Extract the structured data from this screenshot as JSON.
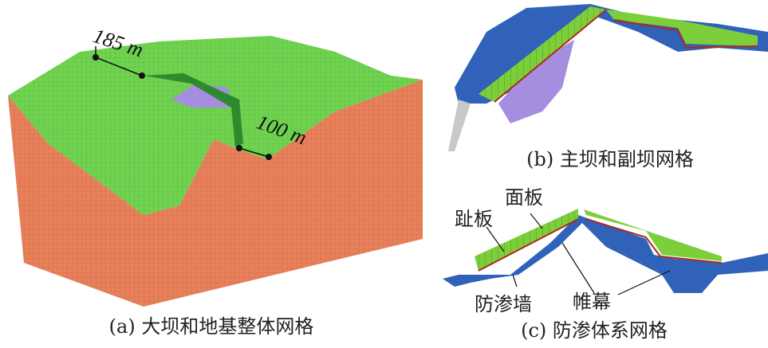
{
  "panel_a": {
    "caption": "(a) 大坝和地基整体网格",
    "dim_1": "185 m",
    "dim_2": "100 m"
  },
  "panel_b": {
    "caption": "(b) 主坝和副坝网格"
  },
  "panel_c": {
    "caption": "(c) 防渗体系网格",
    "label_face_slab": "面板",
    "label_toe_slab": "趾板",
    "label_cutoff_wall": "防渗墙",
    "label_grout_curtain": "帷幕"
  },
  "colors": {
    "terrain": "#6fd34f",
    "foundation": "#e8805a",
    "dam_blue": "#2f62b8",
    "slab_green": "#7ccf3a",
    "seal_red": "#b0281c",
    "core_purple": "#a58ee0"
  }
}
